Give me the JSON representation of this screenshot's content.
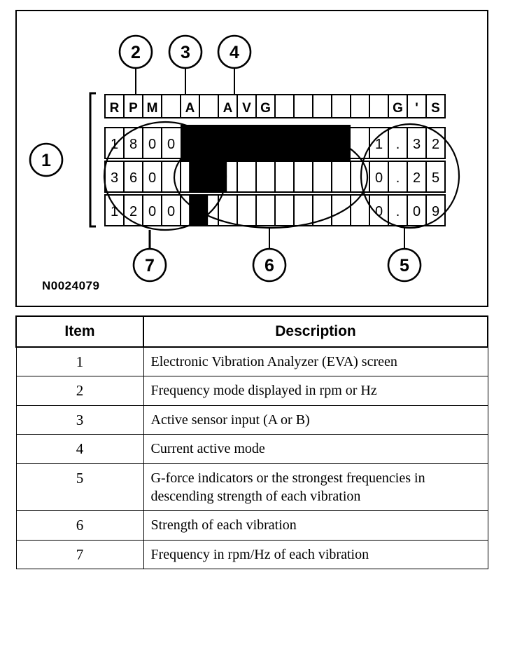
{
  "figure": {
    "figure_id": "N0024079",
    "display": {
      "columns": 18,
      "header_row": [
        "R",
        "P",
        "M",
        "",
        "A",
        "",
        "A",
        "V",
        "G",
        "",
        "",
        "",
        "",
        "",
        "",
        "G",
        "'",
        "S"
      ],
      "rows": [
        {
          "frequency": [
            "1",
            "8",
            "0",
            "0"
          ],
          "bar_cells": 9,
          "bar_style": "full",
          "gforce": [
            "1",
            ".",
            "3",
            "2"
          ]
        },
        {
          "frequency": [
            "3",
            "6",
            "0",
            ""
          ],
          "bar_cells": 2,
          "bar_style": "partial",
          "gforce": [
            "0",
            ".",
            "2",
            "5"
          ]
        },
        {
          "frequency": [
            "1",
            "2",
            "0",
            "0"
          ],
          "bar_cells": 1,
          "bar_style": "partial",
          "gforce": [
            "0",
            ".",
            "0",
            "9"
          ]
        }
      ]
    },
    "callouts": [
      {
        "number": "1",
        "position": "left"
      },
      {
        "number": "2",
        "position": "top"
      },
      {
        "number": "3",
        "position": "top"
      },
      {
        "number": "4",
        "position": "top"
      },
      {
        "number": "5",
        "position": "bottom"
      },
      {
        "number": "6",
        "position": "bottom"
      },
      {
        "number": "7",
        "position": "bottom"
      }
    ]
  },
  "legend": {
    "headers": [
      "Item",
      "Description"
    ],
    "rows": [
      {
        "item": "1",
        "description": "Electronic Vibration Analyzer (EVA) screen"
      },
      {
        "item": "2",
        "description": "Frequency mode displayed in rpm or Hz"
      },
      {
        "item": "3",
        "description": "Active sensor input (A or B)"
      },
      {
        "item": "4",
        "description": "Current active mode"
      },
      {
        "item": "5",
        "description": "G-force indicators or the strongest frequencies in descending strength of each vibration"
      },
      {
        "item": "6",
        "description": "Strength of each vibration"
      },
      {
        "item": "7",
        "description": "Frequency in rpm/Hz of each vibration"
      }
    ]
  }
}
